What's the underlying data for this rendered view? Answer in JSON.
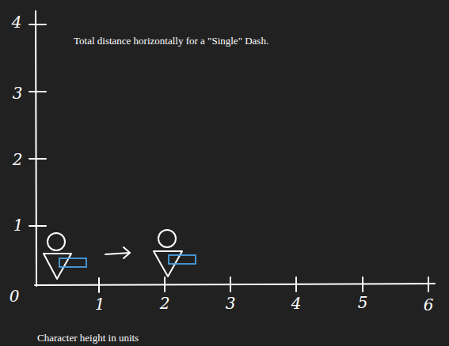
{
  "diagram": {
    "title": "Total distance horizontally for a \"Single\" Dash.",
    "caption": "Character height in units",
    "labels": [
      "4",
      "3",
      "2",
      "1",
      "0",
      "1",
      "2",
      "3",
      "4",
      "5",
      "6"
    ]
  }
}
